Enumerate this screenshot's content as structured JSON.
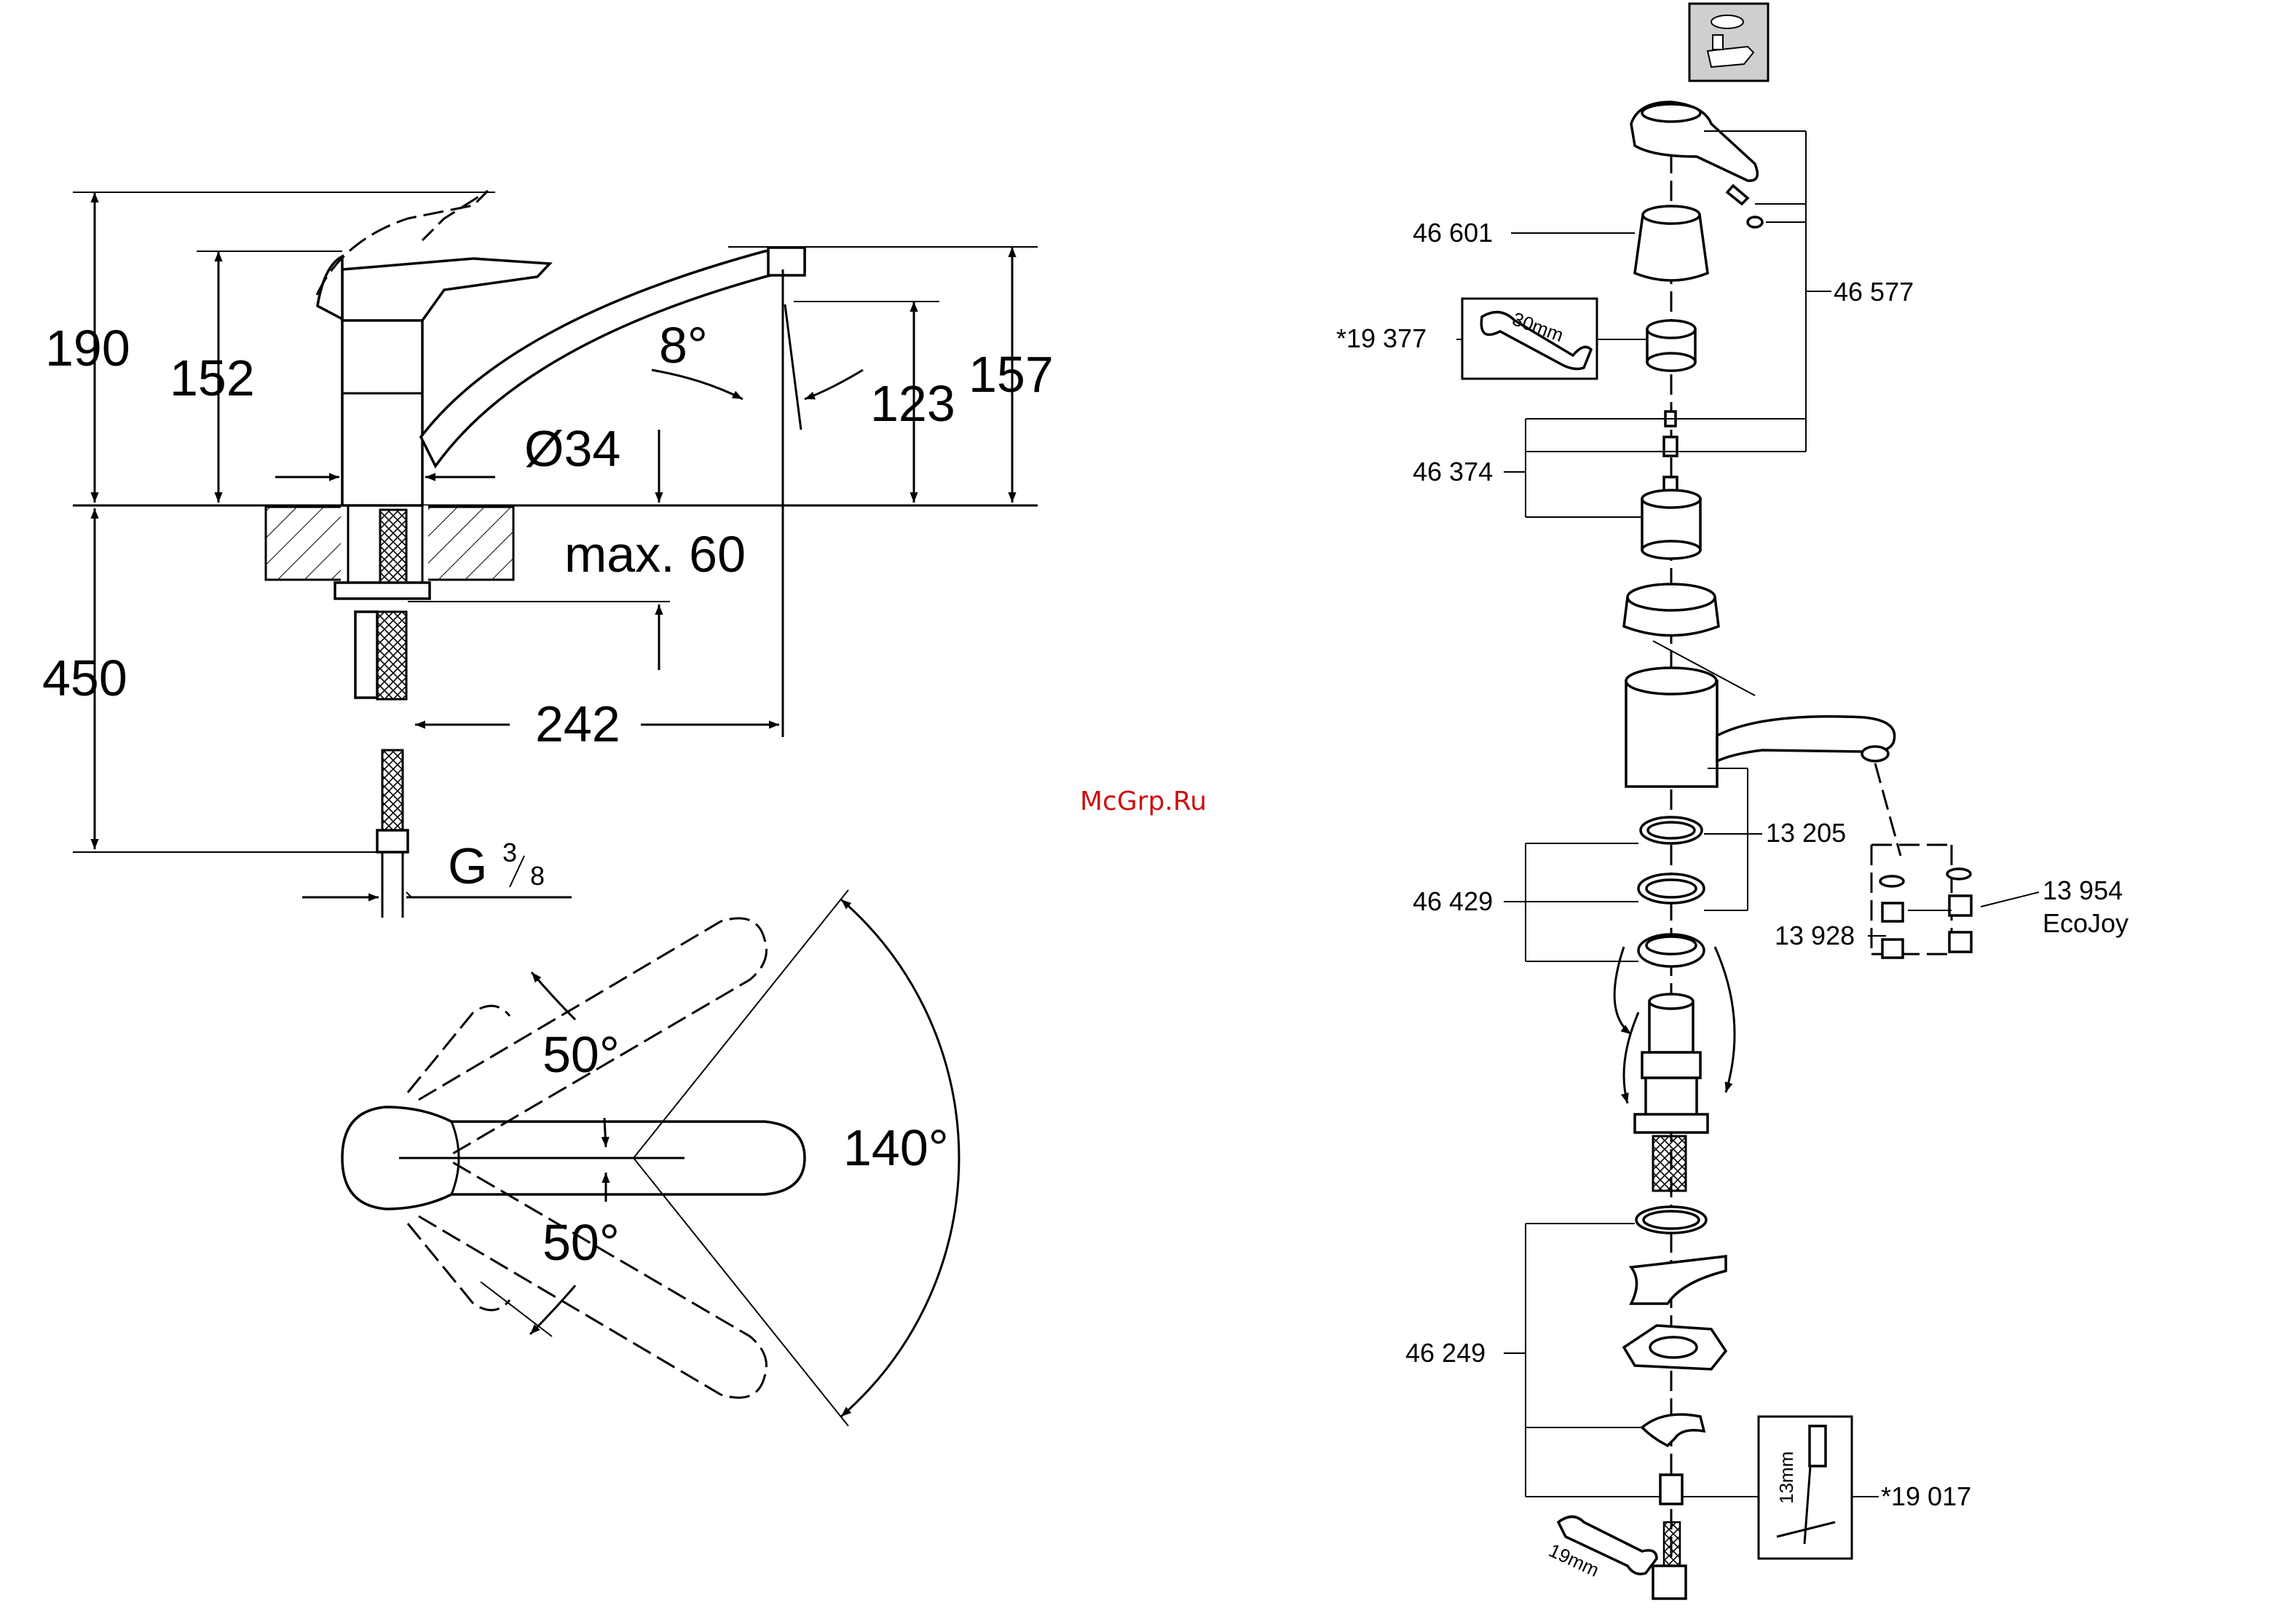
{
  "dimensions": {
    "h190": "190",
    "h152": "152",
    "angle8": "8°",
    "h123": "123",
    "h157": "157",
    "dia34": "Ø34",
    "max60": "max. 60",
    "h450": "450",
    "reach242": "242",
    "thread_g": "G",
    "thread_num": "3",
    "thread_den": "8",
    "swing_up": "50°",
    "swing_down": "50°",
    "swing_total": "140°"
  },
  "watermark": "McGrp.Ru",
  "parts": {
    "handle_set": "46 577",
    "cap": "46 601",
    "wrench30_ref": "*19 377",
    "wrench30_size": "30mm",
    "cartridge": "46 374",
    "seal_top": "13 205",
    "seal_set": "46 429",
    "aerator_a": "13 954",
    "aerator_brand": "EcoJoy",
    "aerator_b": "13 928",
    "mounting_set": "46 249",
    "tool_ref": "*19 017",
    "tool_size": "13mm",
    "wrench19_size": "19mm"
  },
  "colors": {
    "line": "#000000",
    "watermark": "#cc1111",
    "icon_bg": "#cfcfcf"
  }
}
